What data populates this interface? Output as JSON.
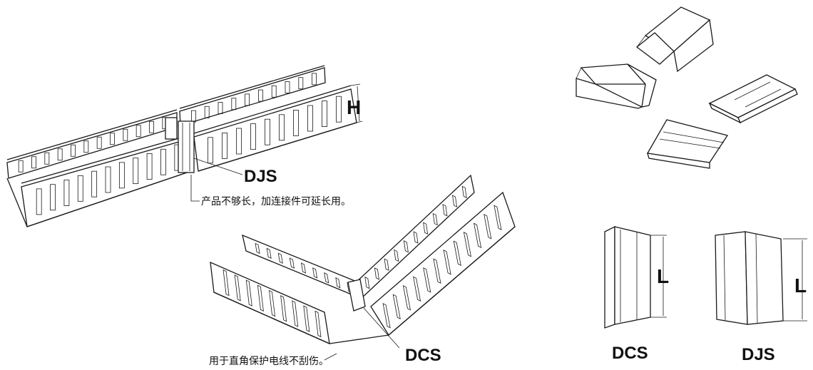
{
  "labels": {
    "djs_callout": "DJS",
    "dcs_callout": "DCS",
    "height_dim": "H",
    "length_dim_left": "L",
    "length_dim_right": "L",
    "dcs_caption": "DCS",
    "djs_caption": "DJS"
  },
  "notes": {
    "extension_note": "产品不够长，加连接件可延长用。",
    "corner_note": "用于直角保护电线不刮伤。"
  }
}
